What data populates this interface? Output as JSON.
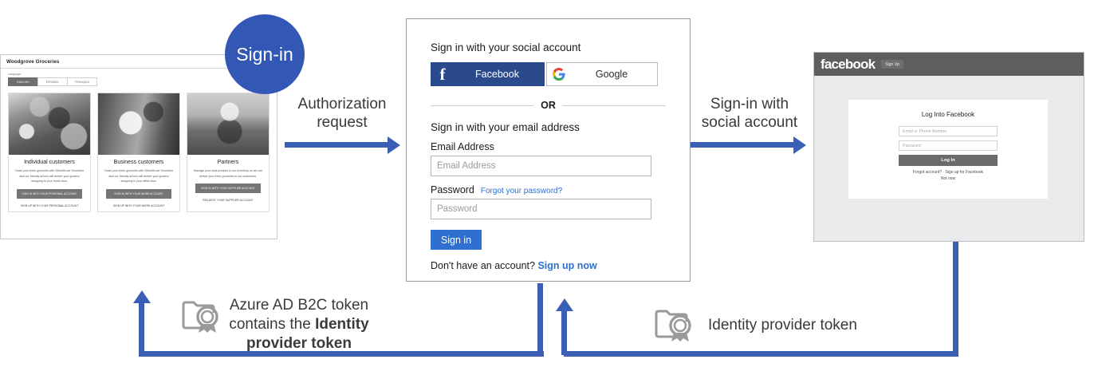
{
  "diagram": {
    "badge": {
      "label": "Sign-in"
    },
    "arrows": [
      {
        "name": "authorization-request",
        "label": "Authorization\nrequest"
      },
      {
        "name": "sign-in-with-social-account",
        "label": "Sign-in with\nsocial account"
      }
    ],
    "notes": [
      {
        "name": "azure-ad-b2c-token-note",
        "icon": "certificate-token-icon",
        "text_lead": "Azure AD B2C token",
        "text_mid": "contains the ",
        "text_bold1": "Identity",
        "text_bold2": "provider token"
      },
      {
        "name": "identity-provider-token-note",
        "icon": "certificate-token-icon",
        "text": "Identity provider token"
      }
    ],
    "accent_color": "#3b5fb4",
    "badge_color": "#3257b4"
  },
  "woodgrove": {
    "brand": "Woodgrove Groceries",
    "language_label": "Language",
    "languages": [
      {
        "label": "ENGLISH",
        "active": true
      },
      {
        "label": "ESPAÑOL",
        "active": false
      },
      {
        "label": "FRANÇAIS",
        "active": false
      }
    ],
    "cards": [
      {
        "title": "Individual customers",
        "description": "Order your fresh groceries with WoodGrove Groceries and our friendly drivers will deliver your grocery shopping to your home door.",
        "primary_button": "SIGN IN WITH YOUR PERSONAL ACCOUNT",
        "secondary_link": "SIGN UP WITH YOUR PERSONAL ACCOUNT"
      },
      {
        "title": "Business customers",
        "description": "Order your fresh groceries with WoodGrove Groceries and our friendly drivers will deliver your grocery shopping to your office door.",
        "primary_button": "SIGN IN WITH YOUR WORK ACCOUNT",
        "secondary_link": "SIGN UP WITH YOUR WORK ACCOUNT"
      },
      {
        "title": "Partners",
        "description": "Manage your local produce in our inventory so we can deliver your fresh groceries to our customers.",
        "primary_button": "SIGN IN WITH YOUR SUPPLIER ACCOUNT",
        "secondary_link": "REQUEST YOUR SUPPLIER ACCOUNT"
      }
    ]
  },
  "b2c_signin": {
    "social_heading": "Sign in with your social account",
    "facebook_button": "Facebook",
    "google_button": "Google",
    "or": "OR",
    "email_heading": "Sign in with your email address",
    "email_label": "Email Address",
    "email_placeholder": "Email Address",
    "email_value": "",
    "password_label": "Password",
    "forgot_link": "Forgot your password?",
    "password_placeholder": "Password",
    "password_value": "",
    "signin_button": "Sign in",
    "signup_prompt": "Don't have an account? ",
    "signup_link": "Sign up now",
    "facebook_blue": "#2b4a8b",
    "primary_blue": "#2f6fd0"
  },
  "facebook": {
    "wordmark": "facebook",
    "signup_button": "Sign Up",
    "card_title": "Log Into Facebook",
    "email_placeholder": "Email or Phone Number",
    "email_value": "",
    "password_placeholder": "Password",
    "password_value": "",
    "login_button": "Log In",
    "footnote_1": "Forgot account? · Sign up for Facebook",
    "footnote_2": "Not now"
  }
}
